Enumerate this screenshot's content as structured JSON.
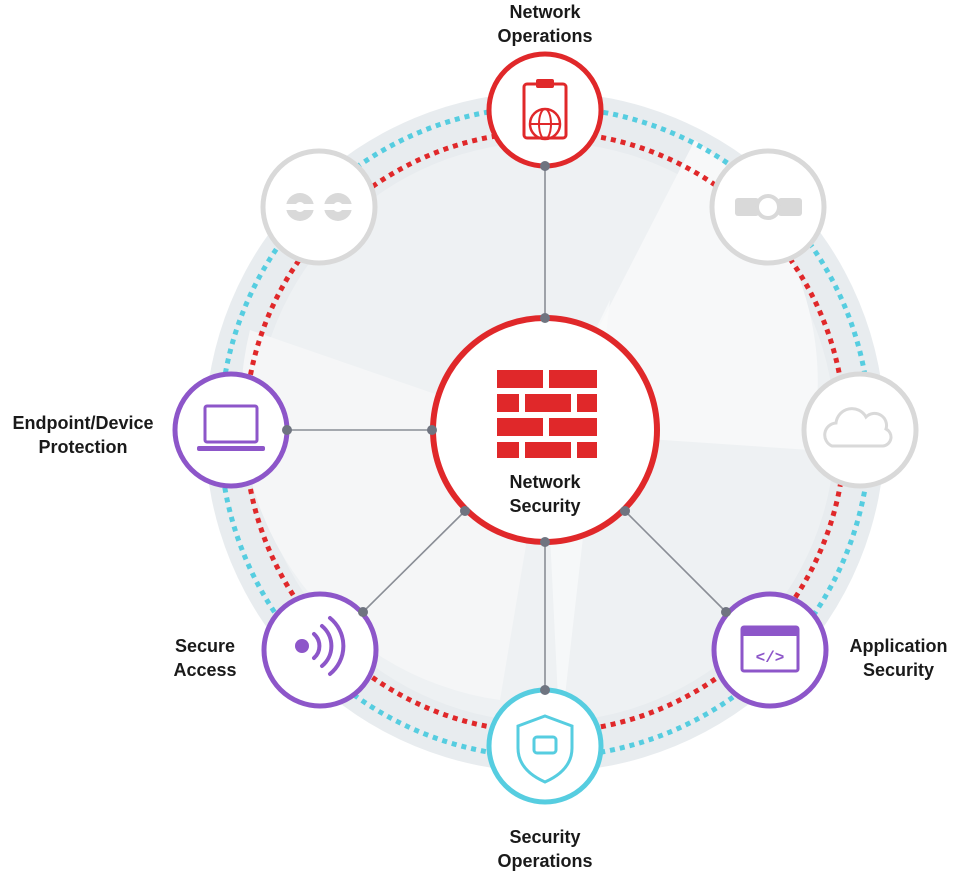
{
  "center": {
    "line1": "Network",
    "line2": "Security",
    "icon": "firewall-brick-icon",
    "color": "#e0282a"
  },
  "nodes": {
    "network_operations": {
      "line1": "Network",
      "line2": "Operations",
      "icon": "clipboard-globe-icon",
      "color": "#e0282a"
    },
    "endpoint": {
      "line1": "Endpoint/Device",
      "line2": "Protection",
      "icon": "laptop-icon",
      "color": "#8d56c9"
    },
    "secure_access": {
      "line1": "Secure",
      "line2": "Access",
      "icon": "wireless-signal-icon",
      "color": "#8d56c9"
    },
    "security_operations": {
      "line1": "Security",
      "line2": "Operations",
      "icon": "shield-chip-icon",
      "color": "#56cde0"
    },
    "application_security": {
      "line1": "Application",
      "line2": "Security",
      "icon": "code-window-icon",
      "color": "#8d56c9"
    },
    "cloud": {
      "icon": "cloud-icon",
      "color": "#d9d9d9"
    },
    "plug": {
      "icon": "plug-gear-icon",
      "color": "#d9d9d9"
    },
    "gears": {
      "icon": "gears-icon",
      "color": "#d9d9d9"
    }
  },
  "colors": {
    "red": "#e0282a",
    "blue": "#56cde0",
    "purple": "#8d56c9",
    "gray": "#d9d9d9",
    "connector": "#8a8e96"
  }
}
